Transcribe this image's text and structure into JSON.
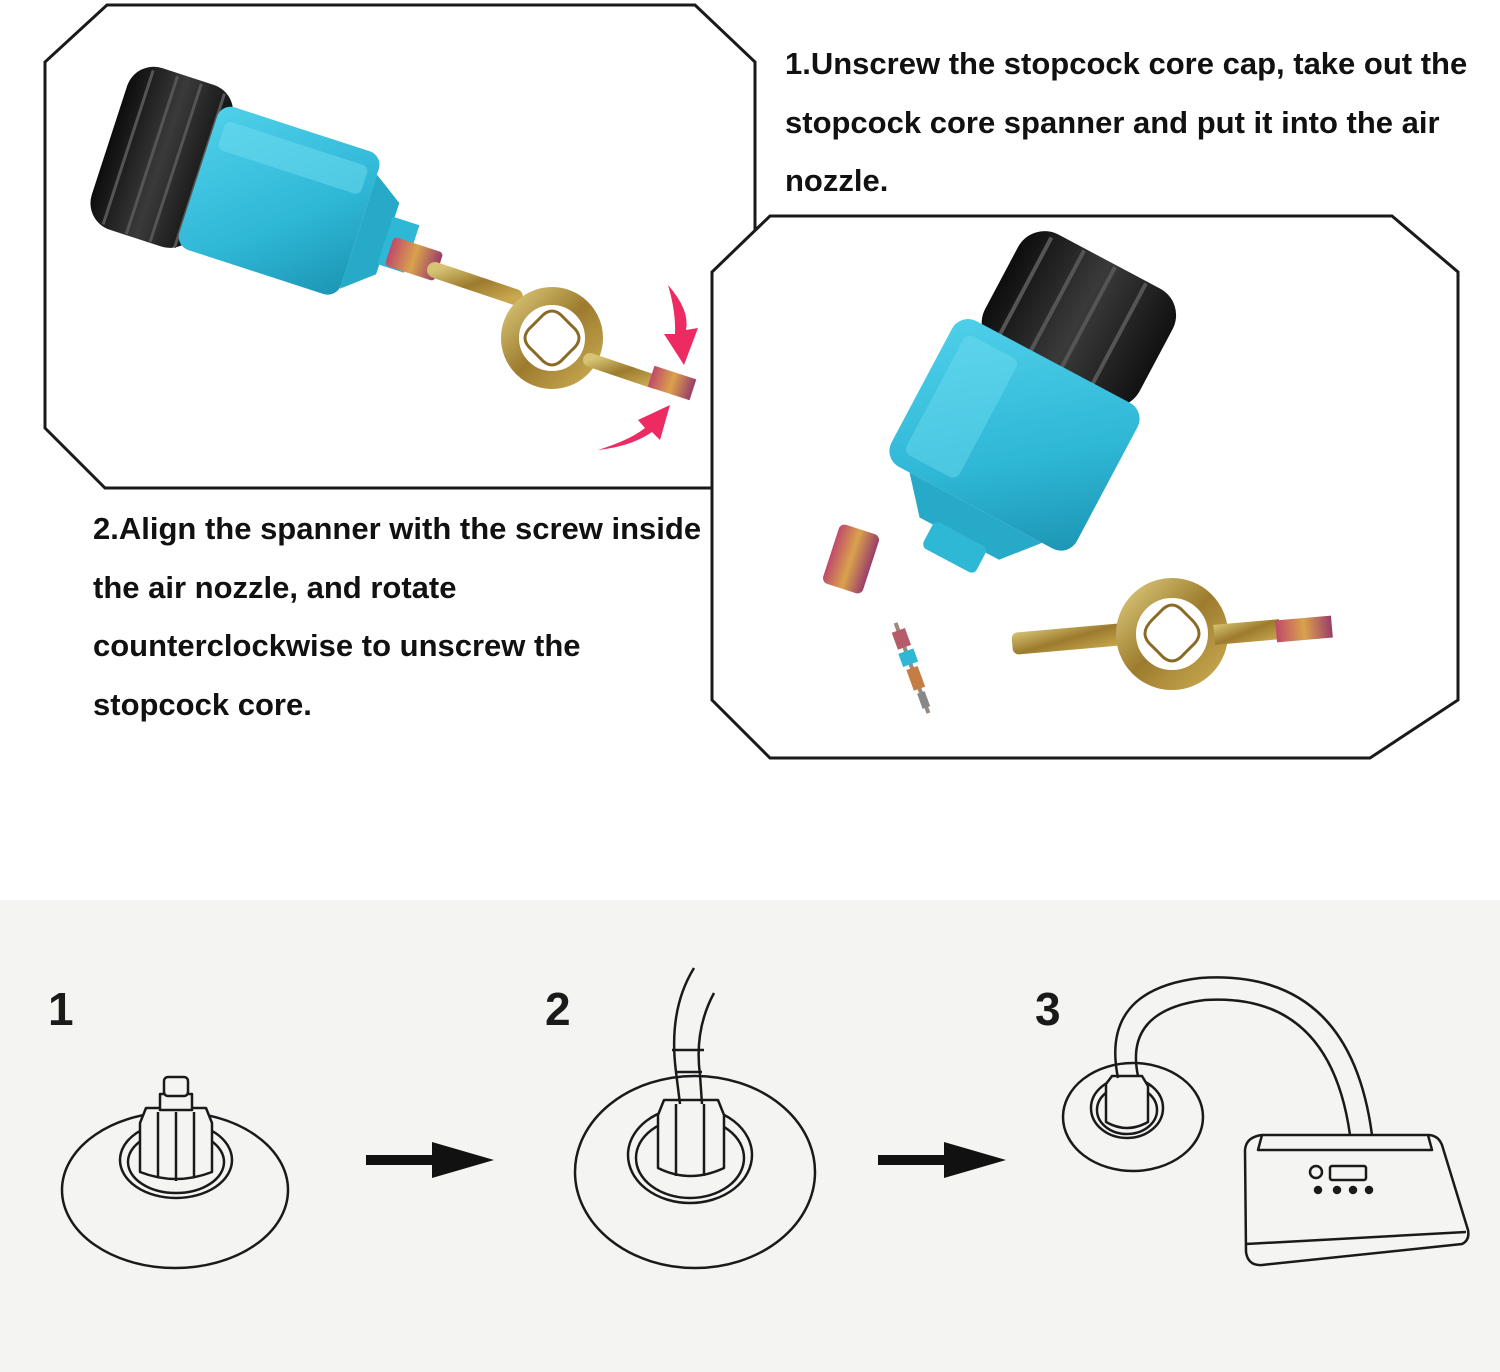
{
  "instructions": {
    "step1": "1.Unscrew the stopcock core cap, take out the stopcock core spanner and put it into the air nozzle.",
    "step2": "2.Align the spanner with the screw inside the air nozzle, and rotate counterclockwise to unscrew the stopcock core."
  },
  "steps": {
    "labels": [
      "1",
      "2",
      "3"
    ]
  },
  "colors": {
    "adapter_body": "#2fb7d6",
    "adapter_cap": "#1c1c1c",
    "spanner_metal": "#b79a3e",
    "thread_metal": "#b55c6a",
    "arrow_accent": "#ee2a62",
    "panel_border": "#1a1a1a",
    "bottom_background": "#f4f4f3"
  },
  "icons": [
    "valve-adapter-icon",
    "valve-spanner-icon",
    "valve-core-icon",
    "flow-arrow-icon",
    "air-pump-icon",
    "hose-icon",
    "valve-base-icon"
  ]
}
